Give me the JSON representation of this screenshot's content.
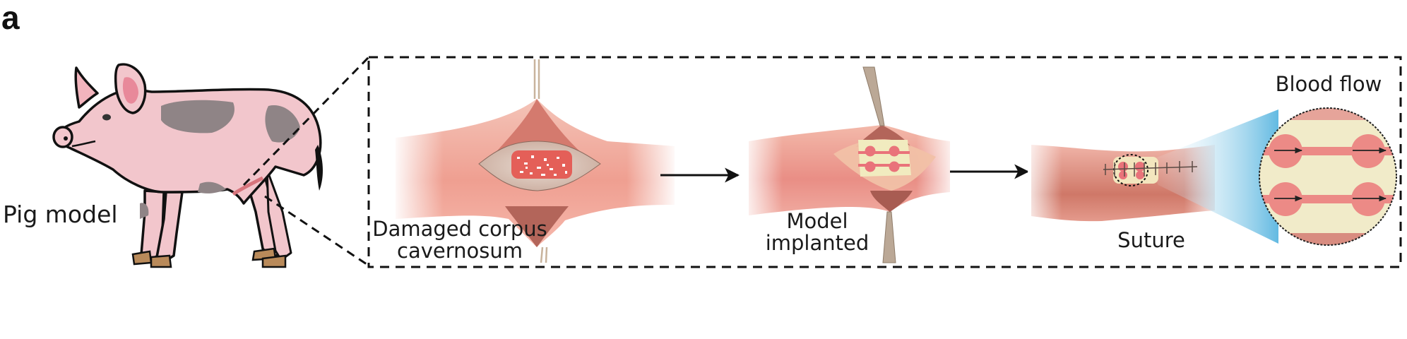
{
  "figure": {
    "panel_letter": "a",
    "labels": {
      "pig": "Pig model",
      "damaged": "Damaged corpus\ncavernosum",
      "damaged_line1": "Damaged corpus",
      "damaged_line2": "cavernosum",
      "model_line1": "Model",
      "model_line2": "implanted",
      "suture": "Suture",
      "blood_flow": "Blood flow"
    },
    "colors": {
      "pig_skin": "#f2c6cc",
      "pig_spot": "#8f8486",
      "hoof": "#b98a5a",
      "tissue": "#e99a8e",
      "tissue_dark": "#b3655a",
      "incision": "#d8c0b4",
      "chip": "#f1ebbf",
      "chip_channel": "#e9737a",
      "zoom_cone": "#6fc0e3",
      "outline": "#111111"
    },
    "steps": [
      "Damaged corpus cavernosum",
      "Model implanted",
      "Suture"
    ]
  }
}
